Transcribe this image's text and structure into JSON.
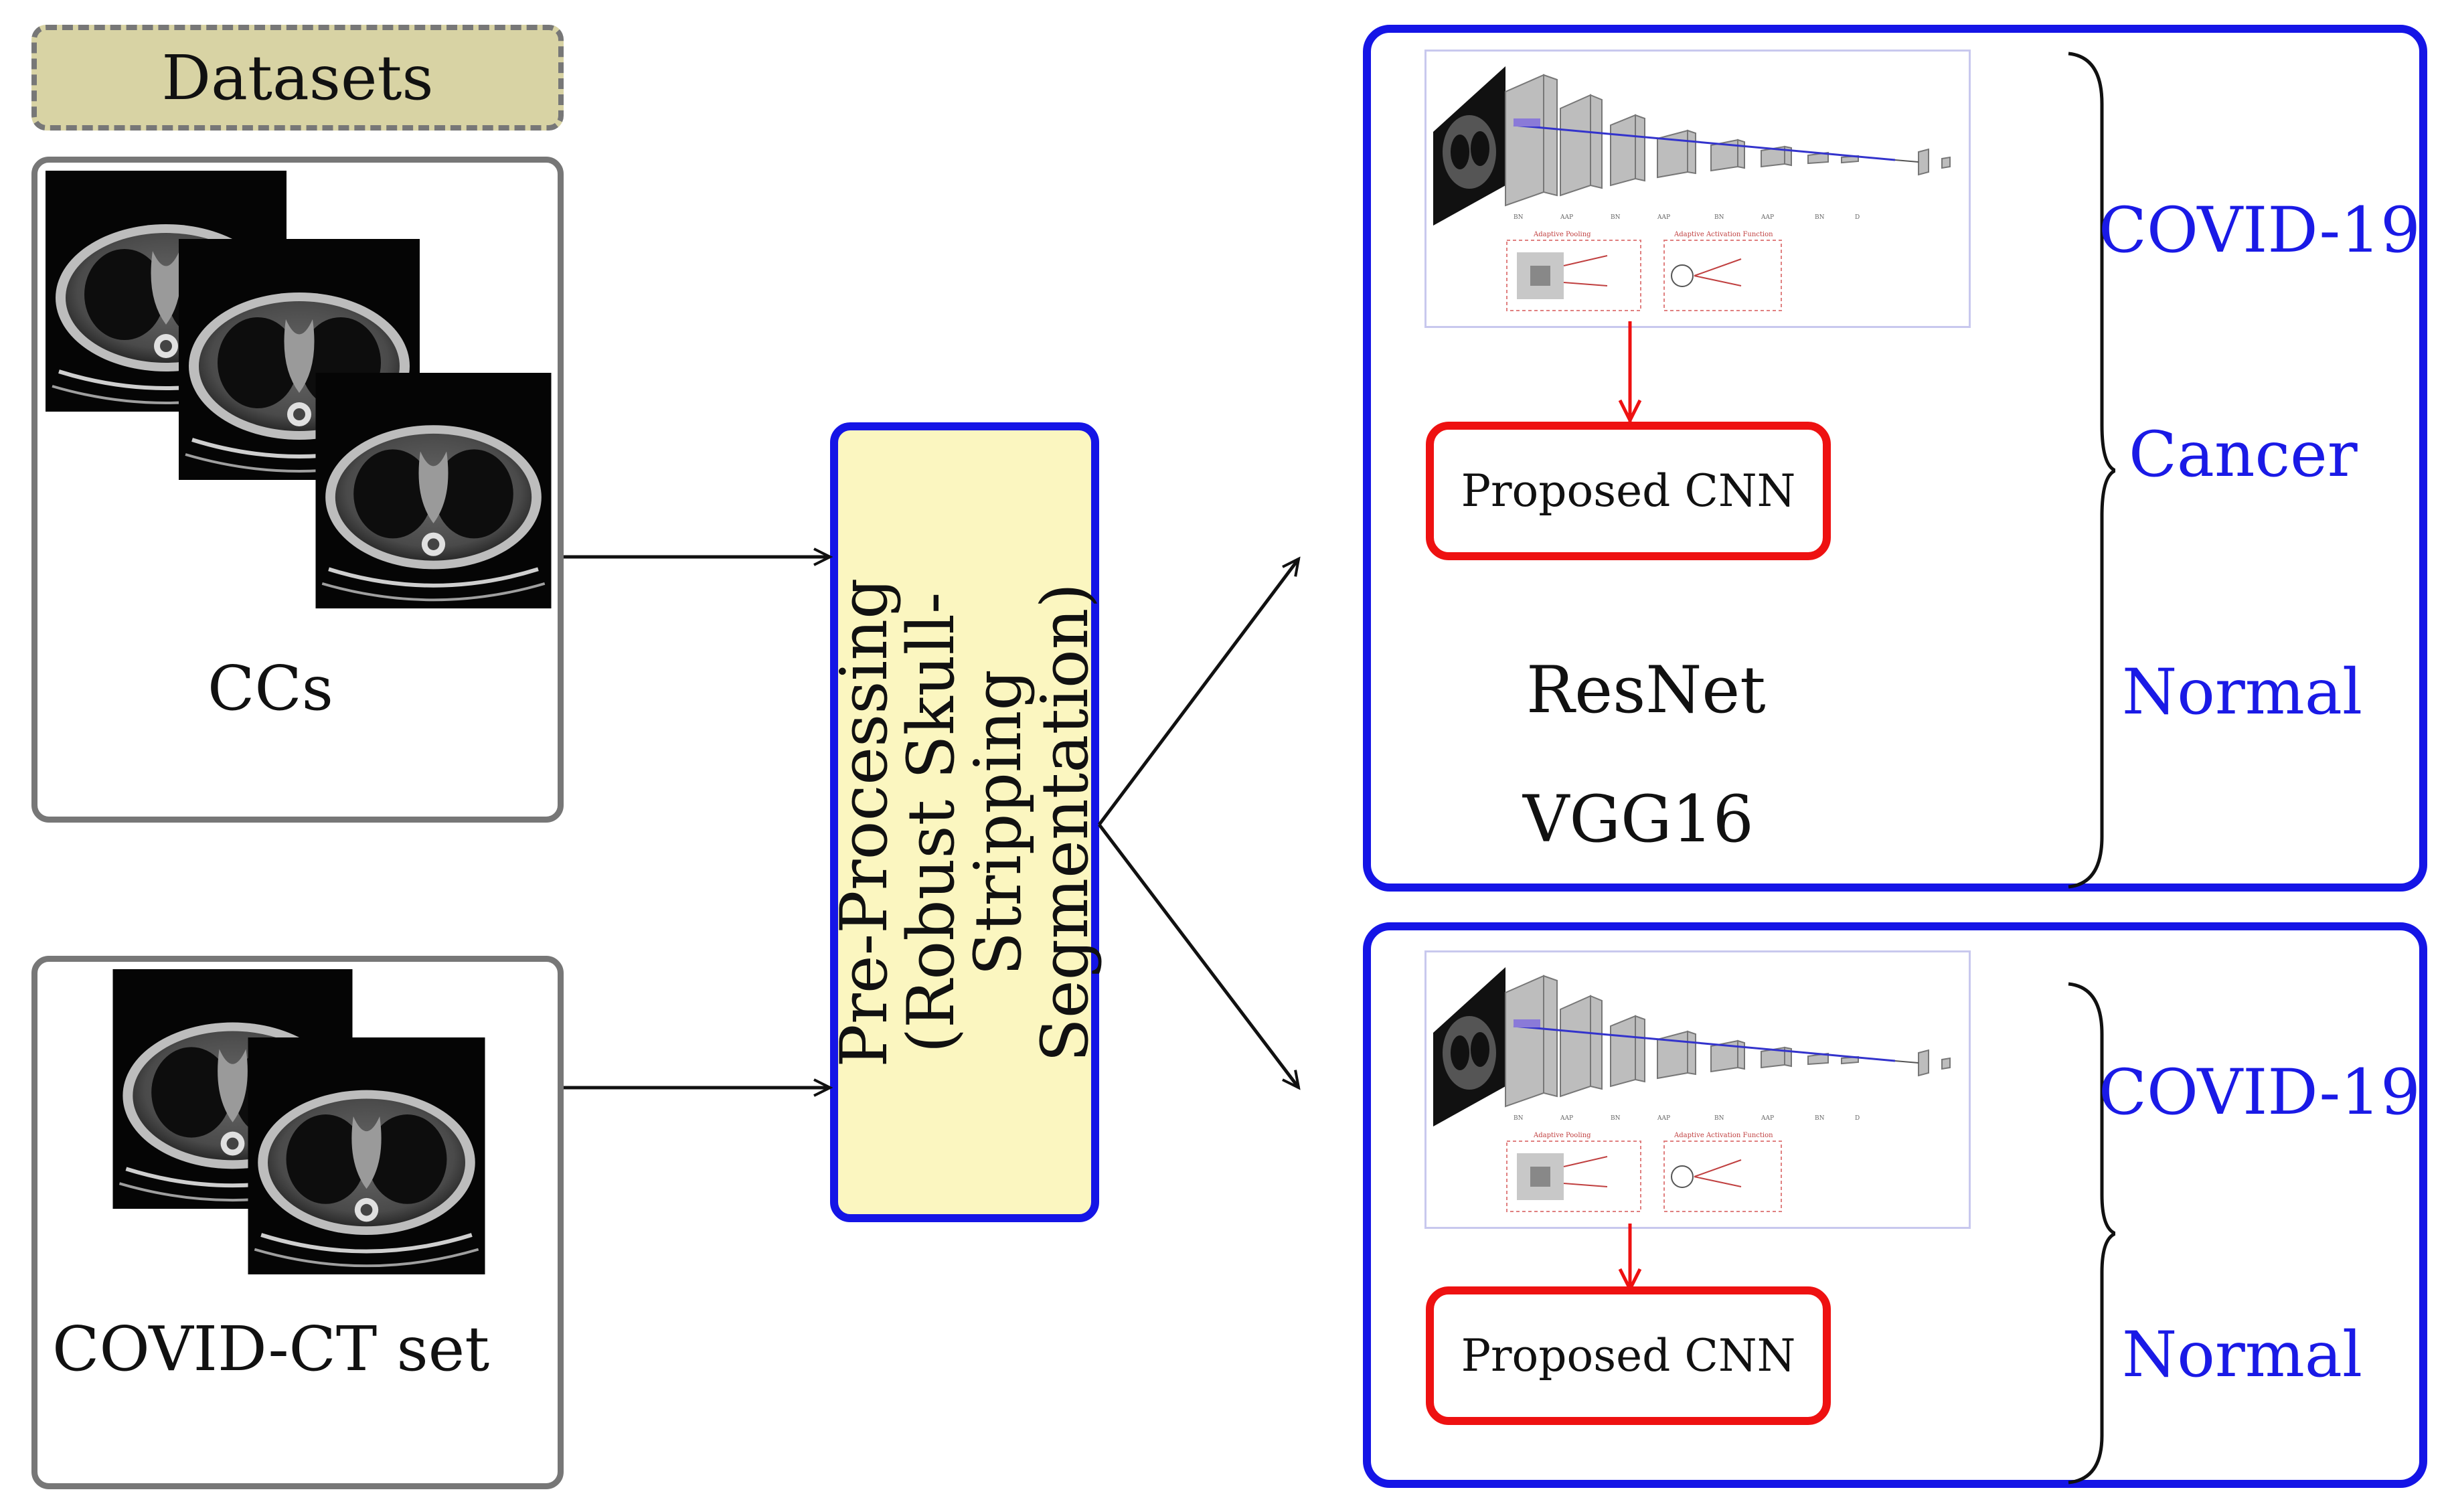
{
  "datasets": {
    "header": "Datasets",
    "ccs_label": "CCs",
    "covid_label": "COVID-CT set"
  },
  "preprocessing": {
    "line1": "Pre-Processing",
    "line2": "(Robust Skull-",
    "line3": "Stripping",
    "line4": "Segmentation)"
  },
  "top_panel": {
    "proposed_label": "Proposed CNN",
    "models": [
      "ResNet",
      "VGG16"
    ],
    "classes": [
      "COVID-19",
      "Cancer",
      "Normal"
    ]
  },
  "bottom_panel": {
    "proposed_label": "Proposed CNN",
    "classes": [
      "COVID-19",
      "Normal"
    ]
  },
  "colors": {
    "accent_blue": "#1515e6",
    "label_blue": "#1a1ae6",
    "proposed_red": "#ee1111",
    "preproc_fill": "#fbf6c0",
    "header_fill": "#d8d3a4",
    "dataset_border": "#777777"
  }
}
